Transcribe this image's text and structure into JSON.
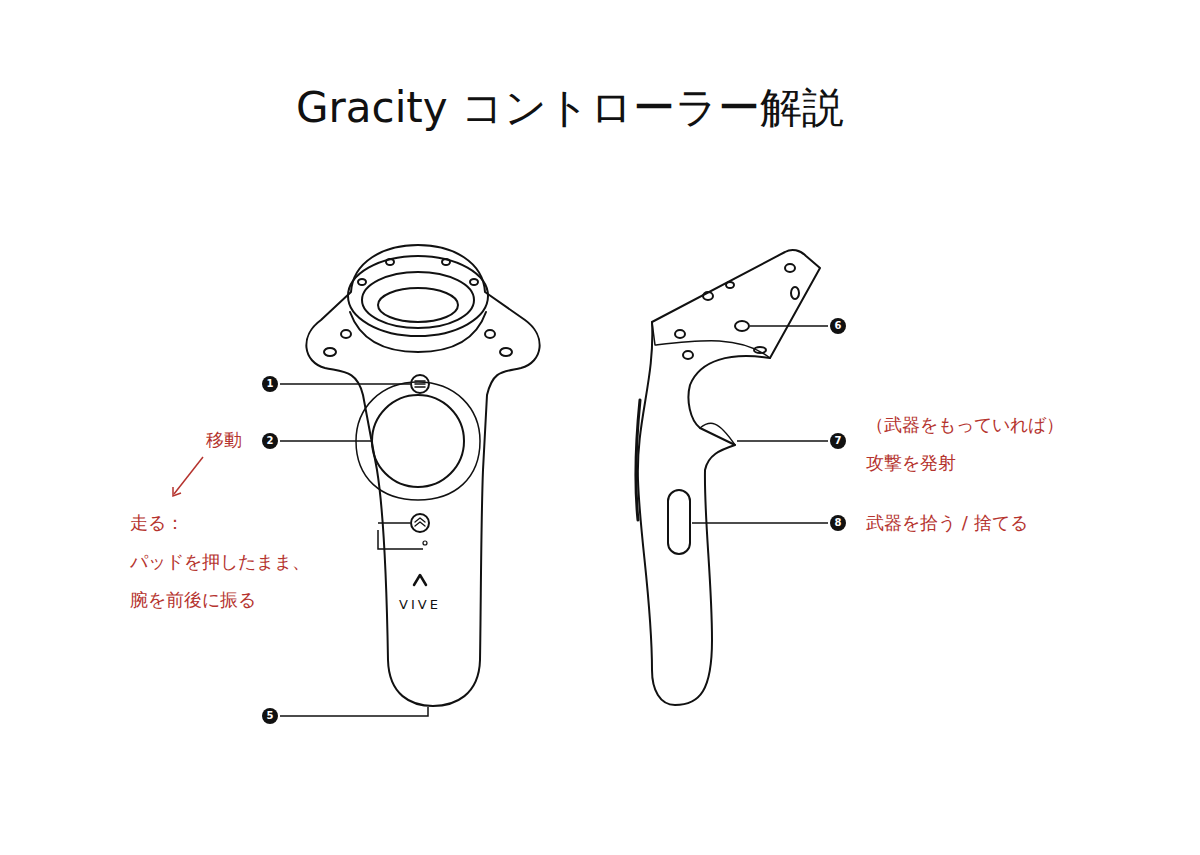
{
  "diagram": {
    "title": "Gracity コントローラー解説",
    "labels": [
      "1",
      "2",
      "5",
      "6",
      "7",
      "8",
      "移動",
      "走る：",
      "パッドを押したまま、",
      "腕を前後に振る",
      "（武器をもっていれば）",
      "攻撃を発射",
      "武器を拾う / 捨てる",
      "VIVE"
    ]
  }
}
